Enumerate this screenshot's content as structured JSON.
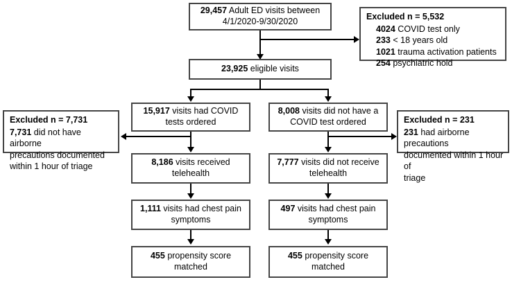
{
  "diagram": {
    "type": "flowchart",
    "title": "Adult ED visits cohort selection flow diagram",
    "colors": {
      "box_border": "#444444",
      "connector": "#000000",
      "background": "#ffffff",
      "text": "#000000"
    },
    "nodes": {
      "cohort_total": {
        "count": "29,457",
        "text": "Adult ED visits between",
        "line2": "4/1/2020-9/30/2020"
      },
      "excluded_top": {
        "title": "Excluded n = 5,532",
        "items": [
          {
            "num": "4024",
            "label": "COVID test only"
          },
          {
            "num": "233",
            "label": "< 18 years old"
          },
          {
            "num": "1021",
            "label": "trauma activation patients"
          },
          {
            "num": "254",
            "label": "psychiatric hold"
          }
        ]
      },
      "eligible": {
        "count": "23,925",
        "text": "eligible visits"
      },
      "covid_tested": {
        "count": "15,917",
        "line1": "visits had COVID",
        "line2": "tests ordered"
      },
      "covid_not_tested": {
        "count": "8,008",
        "line1": "visits did not have a",
        "line2": "COVID test ordered"
      },
      "excluded_left": {
        "title": "Excluded n = 7,731",
        "num": "7,731",
        "line1": "did not have airborne",
        "line2": "precautions documented",
        "line3": "within 1 hour of triage"
      },
      "excluded_right": {
        "title": "Excluded n = 231",
        "num": "231",
        "line1": "had airborne precautions",
        "line2": "documented within 1 hour of",
        "line3": "triage"
      },
      "telehealth_yes": {
        "count": "8,186",
        "line1": "visits received",
        "line2": "telehealth"
      },
      "telehealth_no": {
        "count": "7,777",
        "line1": "visits did not receive",
        "line2": "telehealth"
      },
      "chest_pain_left": {
        "count": "1,111",
        "line1": "visits had chest pain",
        "line2": "symptoms"
      },
      "chest_pain_right": {
        "count": "497",
        "line1": "visits had chest pain",
        "line2": "symptoms"
      },
      "matched_left": {
        "count": "455",
        "line1": "propensity score",
        "line2": "matched"
      },
      "matched_right": {
        "count": "455",
        "line1": "propensity score",
        "line2": "matched"
      }
    }
  }
}
